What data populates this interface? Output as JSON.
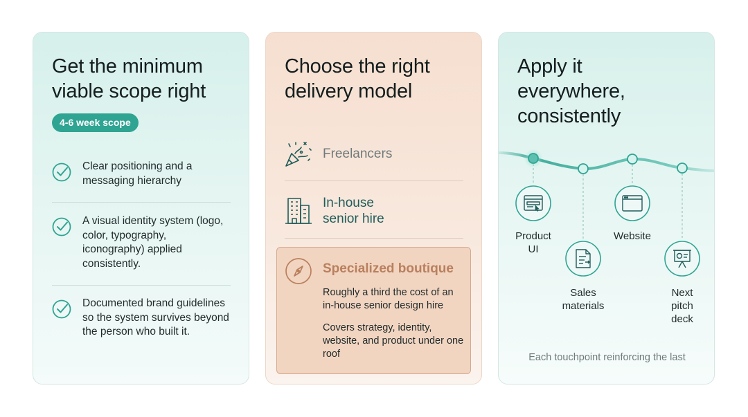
{
  "scope": {
    "title_line1": "Get the minimum",
    "title_line2": "viable scope right",
    "badge": "4-6 week scope",
    "items": [
      {
        "text": "Clear positioning and a messaging hierarchy"
      },
      {
        "text": "A visual identity system (logo, color, typography, iconography) applied consistently."
      },
      {
        "text": "Documented brand guidelines so the system survives beyond the person who built it."
      }
    ]
  },
  "delivery": {
    "title_line1": "Choose the right",
    "title_line2": "delivery model",
    "options": [
      {
        "label": "Freelancers",
        "icon": "confetti-icon"
      },
      {
        "label_line1": "In-house",
        "label_line2": "senior hire",
        "icon": "office-building-icon"
      }
    ],
    "boutique": {
      "title": "Specialized boutique",
      "icon": "compass-icon",
      "desc1": "Roughly a third the cost of an in-house senior design hire",
      "desc2": "Covers strategy, identity, website, and product under one roof"
    }
  },
  "apply": {
    "title_line1": "Apply it",
    "title_line2": "everywhere,",
    "title_line3": "consistently",
    "touchpoints": [
      {
        "line1": "Product",
        "line2": "UI",
        "icon": "product-ui-icon"
      },
      {
        "line1": "Sales",
        "line2": "materials",
        "icon": "document-icon"
      },
      {
        "line1": "Website",
        "icon": "browser-window-icon"
      },
      {
        "line1": "Next",
        "line2": "pitch",
        "line3": "deck",
        "icon": "presentation-icon"
      }
    ],
    "footer": "Each touchpoint reinforcing the last"
  },
  "colors": {
    "teal_accent": "#2fa493",
    "teal_dark": "#1f5c5a",
    "peach_accent": "#b9805e"
  }
}
